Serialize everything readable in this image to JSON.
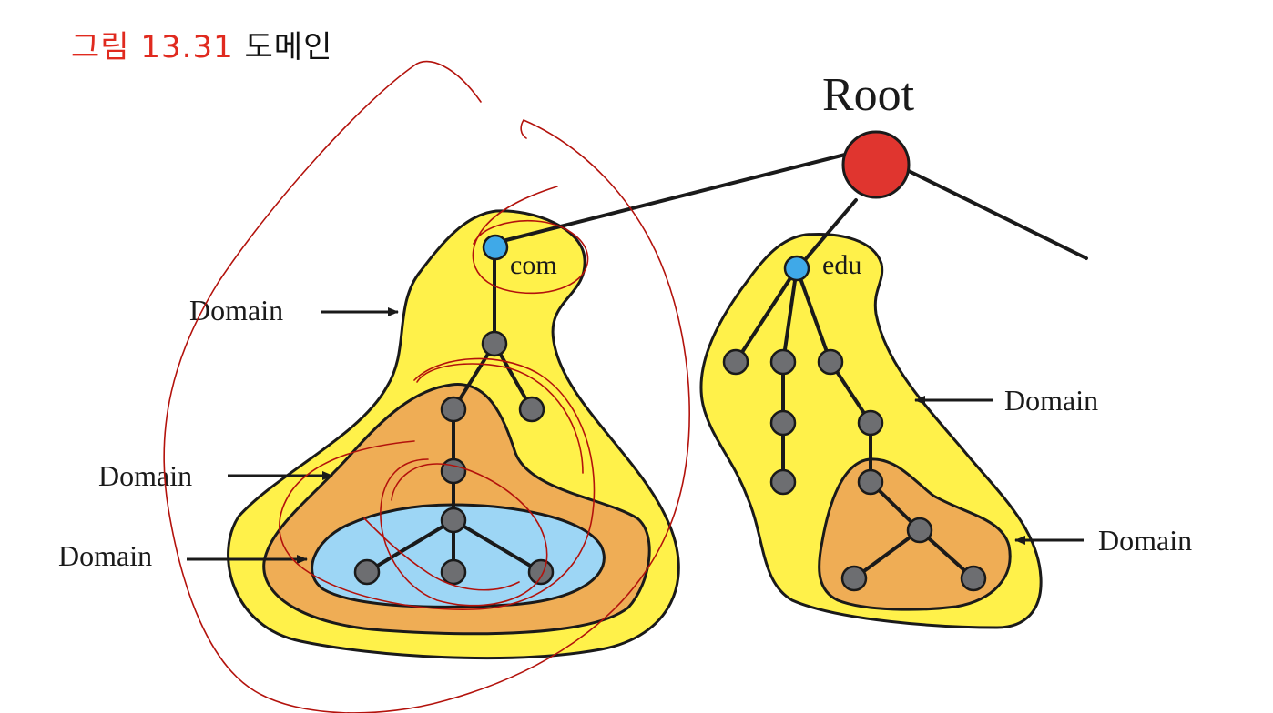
{
  "title": {
    "figure_label": "그림",
    "figure_number": "13.31",
    "subject": "도메인"
  },
  "root_label": "Root",
  "tld_labels": {
    "com": "com",
    "edu": "edu"
  },
  "domain_labels": {
    "com_outer": "Domain",
    "com_middle": "Domain",
    "com_inner": "Domain",
    "edu_outer": "Domain",
    "edu_inner": "Domain"
  },
  "colors": {
    "root_node": "#e0352f",
    "tld_node": "#3fa9e8",
    "inner_node": "#6d6e71",
    "region_yellow": "#fff14a",
    "region_orange": "#efad55",
    "region_blue": "#9dd6f5",
    "annotation_ink": "#b3120c",
    "title_red": "#e02a1f"
  }
}
